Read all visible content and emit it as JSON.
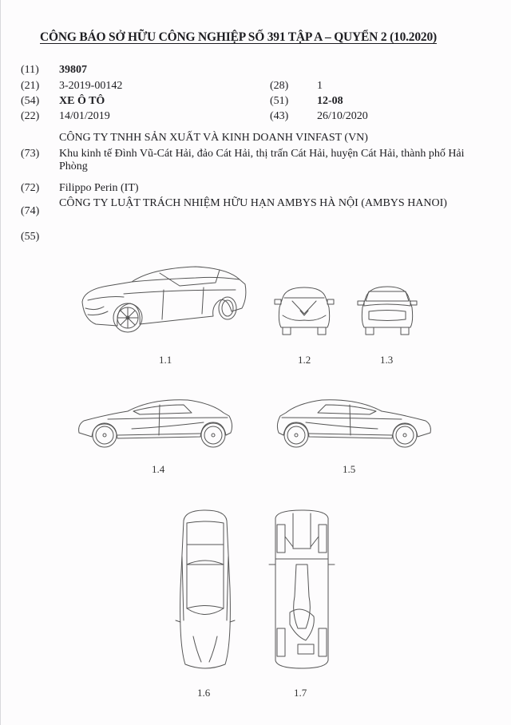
{
  "document": {
    "header": "CÔNG BÁO SỞ HỮU CÔNG NGHIỆP SỐ 391 TẬP A – QUYỂN 2 (10.2020)",
    "fields": {
      "f11": {
        "code": "(11)",
        "value": "39807"
      },
      "f21": {
        "code": "(21)",
        "value": "3-2019-00142"
      },
      "f28": {
        "code": "(28)",
        "value": "1"
      },
      "f54": {
        "code": "(54)",
        "value": "XE Ô TÔ"
      },
      "f51": {
        "code": "(51)",
        "value": "12-08"
      },
      "f22": {
        "code": "(22)",
        "value": "14/01/2019"
      },
      "f43": {
        "code": "(43)",
        "value": "26/10/2020"
      },
      "f73": {
        "code": "(73)",
        "owner": "CÔNG TY TNHH SẢN XUẤT VÀ KINH DOANH VINFAST (VN)",
        "address": "Khu kinh tế Đình Vũ-Cát Hải, đảo Cát Hải, thị trấn Cát Hải, huyện Cát Hải, thành phố Hải Phòng"
      },
      "f72": {
        "code": "(72)",
        "value": "Filippo Perin (IT)"
      },
      "f74": {
        "code": "(74)",
        "value": "CÔNG TY LUẬT TRÁCH NHIỆM HỮU HẠN AMBYS HÀ NỘI (AMBYS HANOI)"
      },
      "f55": {
        "code": "(55)"
      }
    },
    "figures": [
      {
        "label": "1.1",
        "view": "perspective-front-left"
      },
      {
        "label": "1.2",
        "view": "front"
      },
      {
        "label": "1.3",
        "view": "rear"
      },
      {
        "label": "1.4",
        "view": "side-left"
      },
      {
        "label": "1.5",
        "view": "side-right"
      },
      {
        "label": "1.6",
        "view": "top"
      },
      {
        "label": "1.7",
        "view": "bottom"
      }
    ]
  }
}
